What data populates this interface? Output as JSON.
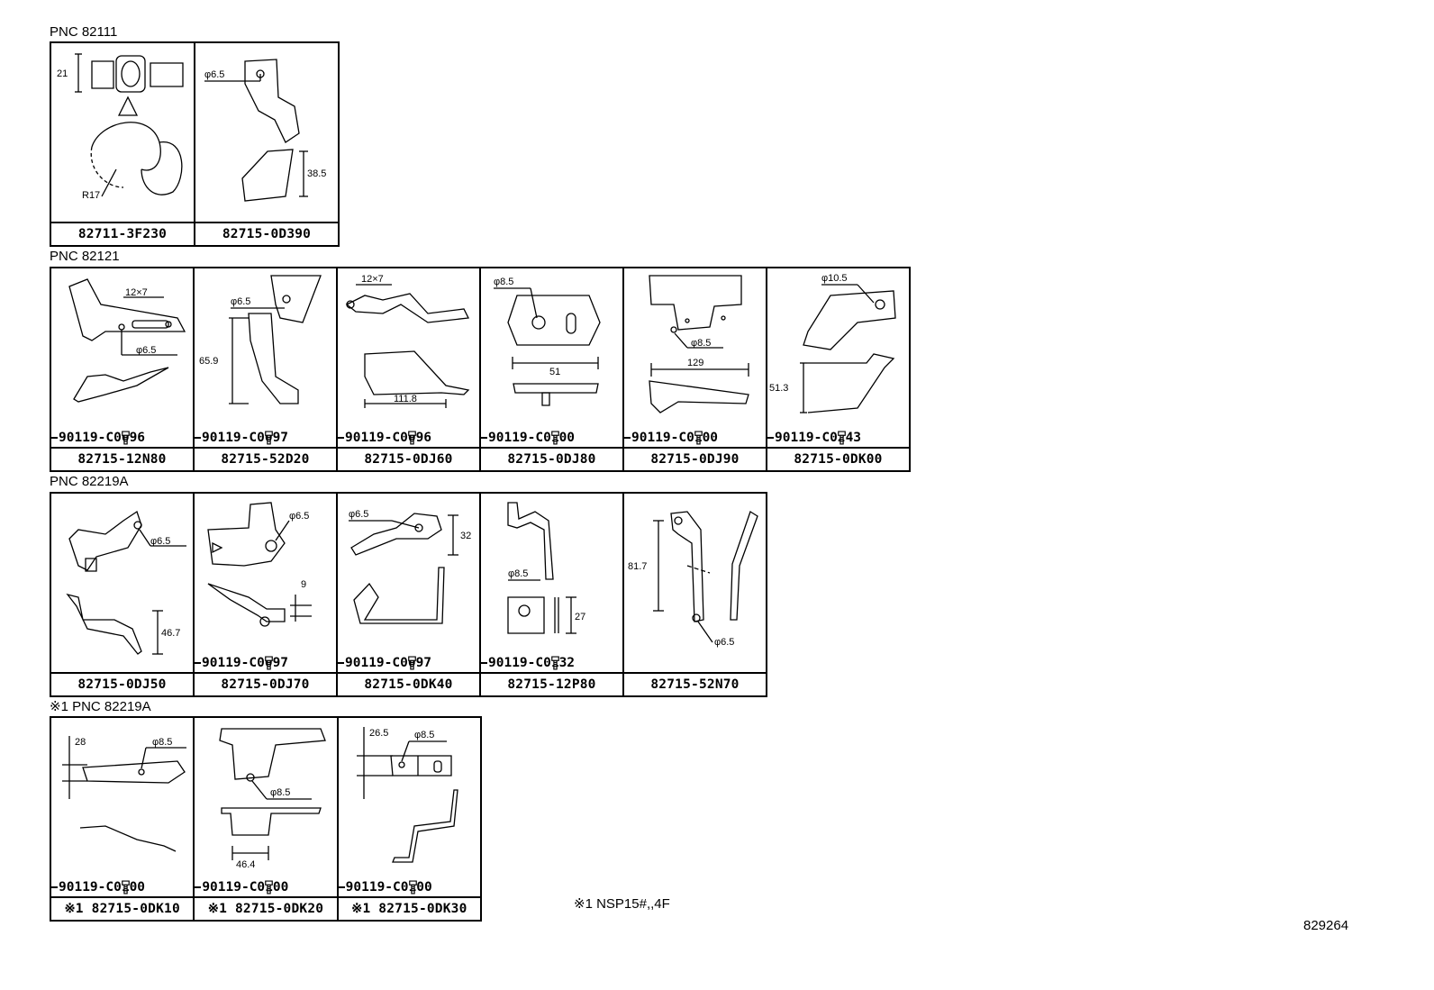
{
  "sections": [
    {
      "label": "PNC 82111",
      "parts": [
        {
          "part_no": "82711-3F230",
          "dims": [
            "21",
            "R17"
          ]
        },
        {
          "part_no": "82715-0D390",
          "dims": [
            "φ6.5",
            "38.5"
          ]
        }
      ]
    },
    {
      "label": "PNC 82121",
      "parts": [
        {
          "part_no": "82715-12N80",
          "bolt": "90119-C0096",
          "dims": [
            "12×7",
            "φ6.5"
          ]
        },
        {
          "part_no": "82715-52D20",
          "bolt": "90119-C0097",
          "dims": [
            "φ6.5",
            "65.9"
          ]
        },
        {
          "part_no": "82715-0DJ60",
          "bolt": "90119-C0096",
          "dims": [
            "12×7",
            "111.8"
          ]
        },
        {
          "part_no": "82715-0DJ80",
          "bolt": "90119-C0100",
          "dims": [
            "φ8.5",
            "51"
          ]
        },
        {
          "part_no": "82715-0DJ90",
          "bolt": "90119-C0100",
          "dims": [
            "φ8.5",
            "129"
          ]
        },
        {
          "part_no": "82715-0DK00",
          "bolt": "90119-C0243",
          "dims": [
            "φ10.5",
            "51.3"
          ]
        }
      ]
    },
    {
      "label": "PNC 82219A",
      "parts": [
        {
          "part_no": "82715-0DJ50",
          "dims": [
            "φ6.5",
            "46.7"
          ]
        },
        {
          "part_no": "82715-0DJ70",
          "bolt": "90119-C0097",
          "dims": [
            "φ6.5",
            "9"
          ]
        },
        {
          "part_no": "82715-0DK40",
          "bolt": "90119-C0097",
          "dims": [
            "φ6.5",
            "32"
          ]
        },
        {
          "part_no": "82715-12P80",
          "bolt": "90119-C0132",
          "dims": [
            "φ8.5",
            "27"
          ]
        },
        {
          "part_no": "82715-52N70",
          "dims": [
            "81.7",
            "φ6.5"
          ]
        }
      ]
    },
    {
      "label": "※1 PNC 82219A",
      "parts": [
        {
          "part_no": "※1 82715-0DK10",
          "bolt": "90119-C0100",
          "dims": [
            "28",
            "φ8.5"
          ]
        },
        {
          "part_no": "※1 82715-0DK20",
          "bolt": "90119-C0100",
          "dims": [
            "φ8.5",
            "46.4"
          ]
        },
        {
          "part_no": "※1 82715-0DK30",
          "bolt": "90119-C0100",
          "dims": [
            "26.5",
            "φ8.5"
          ]
        }
      ]
    }
  ],
  "footnote": "※1 NSP15#,,4F",
  "diagram_id": "829264"
}
